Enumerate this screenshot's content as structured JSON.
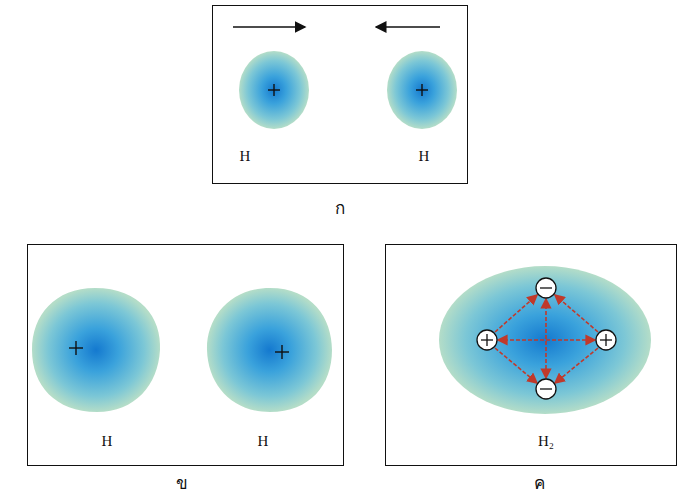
{
  "diagram": {
    "nodes": [
      {
        "text": [
          "H",
          "H",
          "ก"
        ]
      },
      {
        "text": [
          "H",
          "H",
          "ข"
        ]
      },
      {
        "text": [
          "H₂",
          "ค"
        ]
      }
    ]
  }
}
